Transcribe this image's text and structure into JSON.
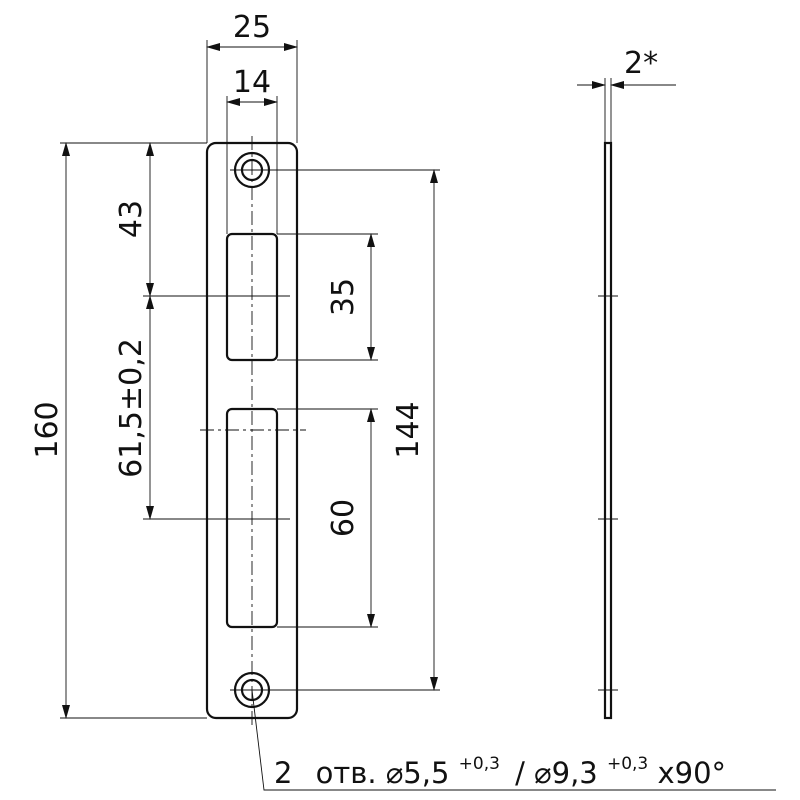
{
  "dimensions": {
    "overall_width": "25",
    "slot_width": "14",
    "overall_length": "160",
    "hole_spacing": "144",
    "top_offset": "43",
    "slot_spacing": "61,5±0,2",
    "upper_slot_length": "35",
    "lower_slot_length": "60",
    "thickness": "2*"
  },
  "hole_note": {
    "count": "2",
    "abbrev": "отв.",
    "d1_prefix": "⌀5,5",
    "d1_tol": "+0,3",
    "separator": "/",
    "d2_prefix": "⌀9,3",
    "d2_tol": "+0,3",
    "suffix": "x90°"
  }
}
